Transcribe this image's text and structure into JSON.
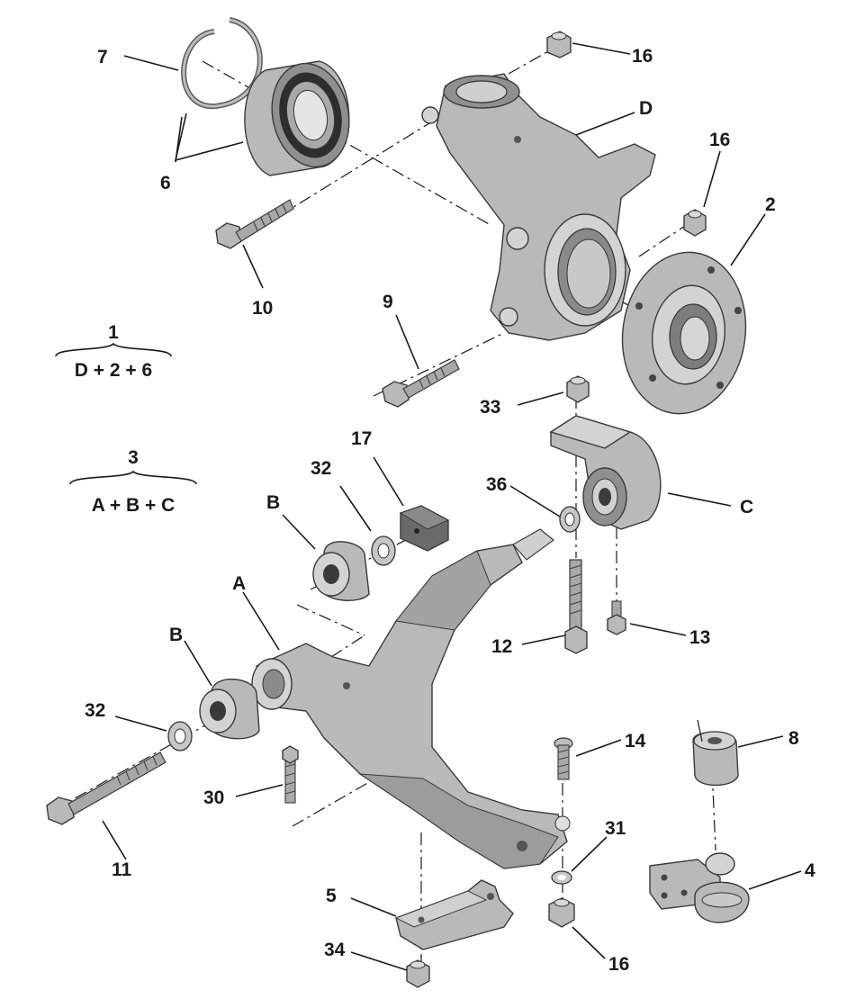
{
  "callouts": {
    "c7": "7",
    "c6": "6",
    "c16a": "16",
    "cD": "D",
    "c16b": "16",
    "c2": "2",
    "c10": "10",
    "c9": "9",
    "c33": "33",
    "c17": "17",
    "c32a": "32",
    "cB1": "B",
    "c36": "36",
    "cC": "C",
    "cA": "A",
    "c12": "12",
    "c13": "13",
    "cB2": "B",
    "c32b": "32",
    "c14": "14",
    "c8": "8",
    "c30": "30",
    "c11": "11",
    "c31": "31",
    "c4": "4",
    "c5": "5",
    "c34": "34",
    "c16c": "16"
  },
  "formulas": {
    "f1": {
      "number": "1",
      "expression": "D + 2 + 6"
    },
    "f3": {
      "number": "3",
      "expression": "A + B + C"
    }
  }
}
